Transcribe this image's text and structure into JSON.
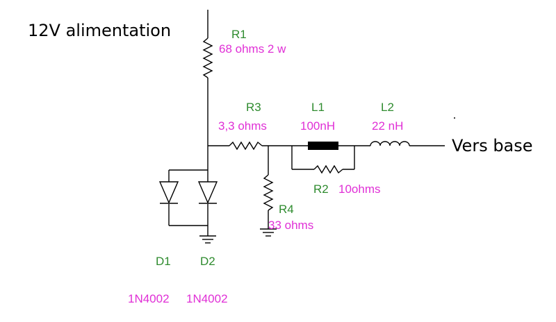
{
  "circuit": {
    "supply_label": "12V alimentation",
    "output_label": "Vers base",
    "r1": {
      "name": "R1",
      "value": "68 ohms 2 w"
    },
    "r3": {
      "name": "R3",
      "value": "3,3 ohms"
    },
    "l1": {
      "name": "L1",
      "value": "100nH"
    },
    "l2": {
      "name": "L2",
      "value": "22 nH"
    },
    "r2": {
      "name": "R2",
      "value": "10ohms"
    },
    "r4": {
      "name": "R4",
      "value": "33 ohms"
    },
    "d1": {
      "name": "D1",
      "value": "1N4002"
    },
    "d2": {
      "name": "D2",
      "value": "1N4002"
    }
  },
  "colors": {
    "name": "#2e8b2e",
    "value": "#e02fd6",
    "wire": "#000000"
  }
}
